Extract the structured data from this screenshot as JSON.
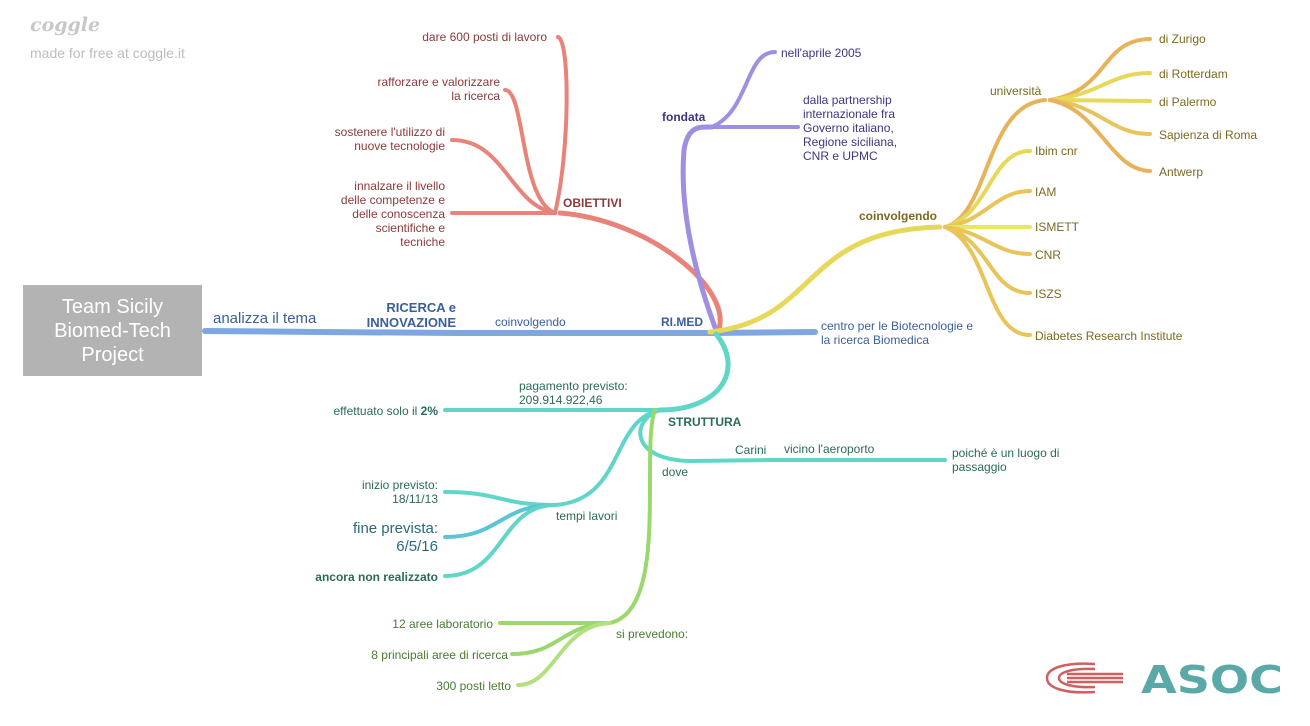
{
  "watermark": {
    "logo": "coggle",
    "subtitle": "made for free at coggle.it"
  },
  "root": {
    "label": "Team Sicily\nBiomed-Tech\nProject"
  },
  "main_chain": {
    "analizza": "analizza il tema",
    "ricerca": "RICERCA e\nINNOVAZIONE",
    "coinvolgendo": "coinvolgendo",
    "rimed": "RI.MED",
    "centro": "centro per le Biotecnologie e\nla ricerca Biomedica"
  },
  "obiettivi": {
    "label": "OBIETTIVI",
    "items": [
      "dare 600 posti di lavoro",
      "rafforzare e valorizzare\nla ricerca",
      "sostenere l'utilizzo di\nnuove tecnologie",
      "innalzare il livello\ndelle competenze e\ndelle conoscenza\nscientifiche e\ntecniche"
    ]
  },
  "fondata": {
    "label": "fondata",
    "items": [
      "nell'aprile 2005",
      "dalla partnership\ninternazionale fra\nGoverno italiano,\nRegione siciliana,\nCNR e UPMC"
    ]
  },
  "coinvolgendo_branch": {
    "label": "coinvolgendo",
    "universita": {
      "label": "università",
      "items": [
        "di Zurigo",
        "di Rotterdam",
        "di Palermo",
        "Sapienza di Roma",
        "Antwerp"
      ]
    },
    "items": [
      "Ibim cnr",
      "IAM",
      "ISMETT",
      "CNR",
      "ISZS",
      "Diabetes Research Institute"
    ]
  },
  "struttura": {
    "label": "STRUTTURA",
    "pagamento": "pagamento previsto:\n209.914.922,46",
    "effettuato": "effettuato solo il",
    "effettuato_pct": "2%",
    "dove": "dove",
    "carini": "Carini",
    "aeroporto": "vicino l'aeroporto",
    "passaggio": "poiché è un luogo di\npassaggio",
    "tempi": {
      "label": "tempi lavori",
      "inizio": "inizio previsto:\n18/11/13",
      "fine": "fine prevista:\n6/5/16",
      "ancora": "ancora non realizzato"
    },
    "prevedono": {
      "label": "si prevedono:",
      "items": [
        "12 aree laboratorio",
        "8 principali aree di ricerca",
        "300 posti letto"
      ]
    }
  },
  "footer_logo": {
    "text": "ASOC"
  },
  "colors": {
    "blue": "#7ea6e0",
    "red": "#e8837a",
    "purple": "#a08ee0",
    "yellow": "#e8d85a",
    "orange": "#e8b25a",
    "teal": "#5fd6c8",
    "green": "#9ad86e",
    "cyan": "#5bc4d6"
  }
}
